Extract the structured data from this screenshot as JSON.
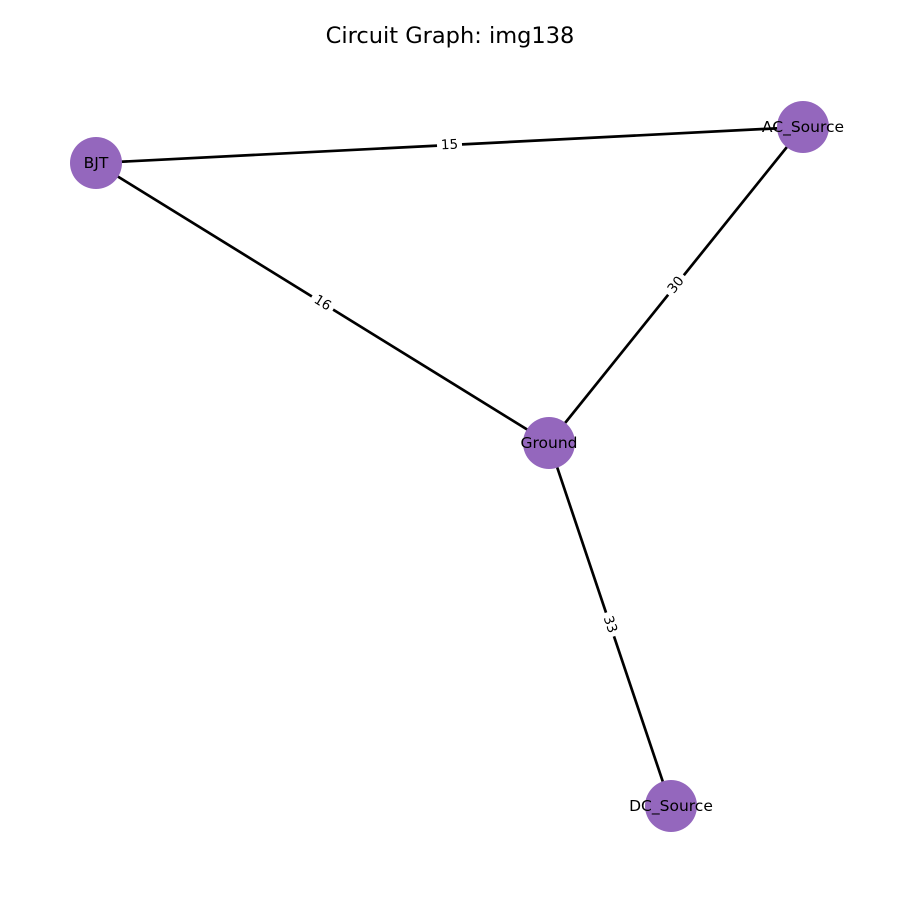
{
  "title": "Circuit Graph: img138",
  "node_color": "#9467bd",
  "edge_color": "#000000",
  "nodes": [
    {
      "id": "AC_Source",
      "label": "AC_Source"
    },
    {
      "id": "BJT",
      "label": "BJT"
    },
    {
      "id": "Ground",
      "label": "Ground"
    },
    {
      "id": "DC_Source",
      "label": "DC_Source"
    }
  ],
  "edges": [
    {
      "source": "BJT",
      "target": "AC_Source",
      "weight": "15"
    },
    {
      "source": "BJT",
      "target": "Ground",
      "weight": "16"
    },
    {
      "source": "Ground",
      "target": "AC_Source",
      "weight": "30"
    },
    {
      "source": "Ground",
      "target": "DC_Source",
      "weight": "33"
    }
  ]
}
